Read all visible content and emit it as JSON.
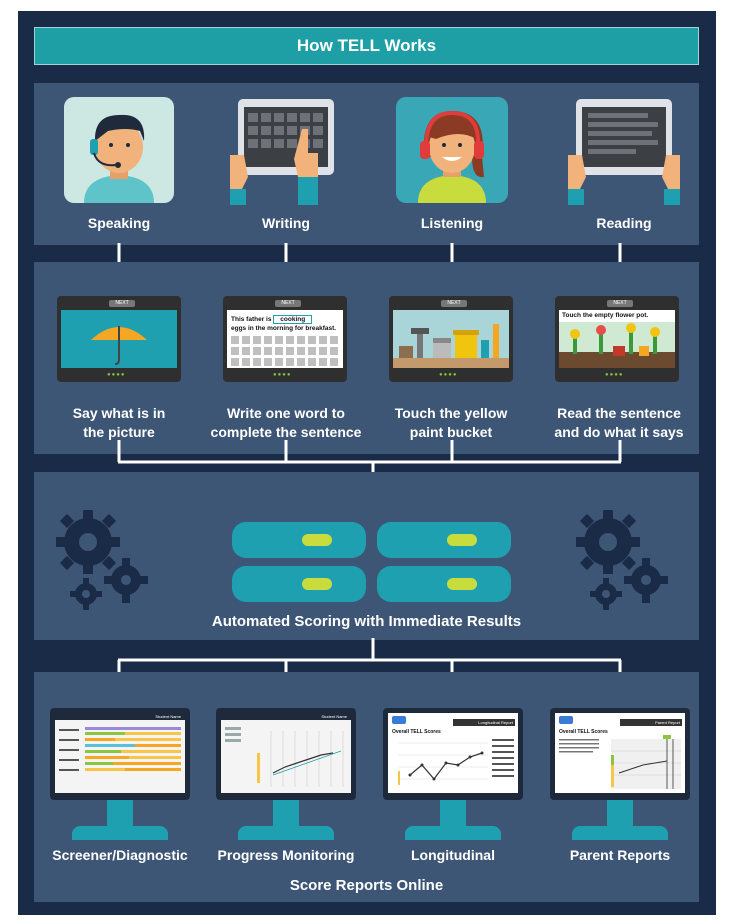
{
  "title": "How TELL Works",
  "skills": [
    {
      "label": "Speaking"
    },
    {
      "label": "Writing"
    },
    {
      "label": "Listening"
    },
    {
      "label": "Reading"
    }
  ],
  "tasks": [
    {
      "label1": "Say what is in",
      "label2": "the picture",
      "next": "NEXT",
      "screen_text": ""
    },
    {
      "label1": "Write one word to",
      "label2": "complete the sentence",
      "next": "NEXT",
      "screen_text1": "This father is",
      "screen_answer": "cooking",
      "screen_text2": "eggs in the morning for breakfast."
    },
    {
      "label1": "Touch the yellow",
      "label2": "paint bucket",
      "next": "NEXT",
      "screen_text": ""
    },
    {
      "label1": "Read the sentence",
      "label2": "and do what it says",
      "next": "NEXT",
      "screen_text": "Touch the empty flower pot."
    }
  ],
  "scoring": {
    "label": "Automated Scoring with Immediate Results"
  },
  "reports": [
    {
      "label": "Screener/Diagnostic",
      "header": "Student Name"
    },
    {
      "label": "Progress Monitoring",
      "header": "Student Name"
    },
    {
      "label": "Longitudinal",
      "header": "Longitudinal Report",
      "chart_title": "Overall TELL Scores"
    },
    {
      "label": "Parent Reports",
      "header": "Parent Report",
      "chart_title": "Overall TELL Scores"
    }
  ],
  "footer": {
    "label": "Score Reports Online"
  },
  "colors": {
    "navy": "#1a2b47",
    "panel": "#3e5675",
    "teal": "#1e9ea5",
    "lime": "#c9dc3e"
  }
}
